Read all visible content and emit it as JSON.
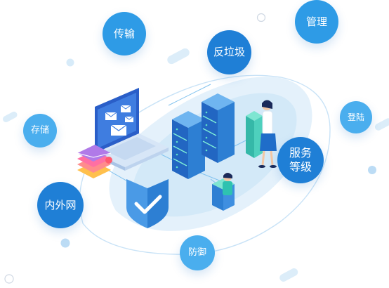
{
  "bubbles": {
    "transport": "传输",
    "manage": "管理",
    "spam": "反垃圾",
    "storage": "存储",
    "login": "登陆",
    "service": "服务\n等级",
    "intranet": "内外网",
    "defense": "防御"
  },
  "colors": {
    "bubble_dark": "#1f7fd6",
    "bubble_mid": "#2e9be6",
    "bubble_light": "#4aaeee",
    "platform": "#e4f1fb",
    "server": "#2d7fd3"
  },
  "icons": [
    "laptop-icon",
    "mail-icon",
    "server-rack-icon",
    "shield-check-icon",
    "kiosk-icon",
    "person-icon"
  ]
}
